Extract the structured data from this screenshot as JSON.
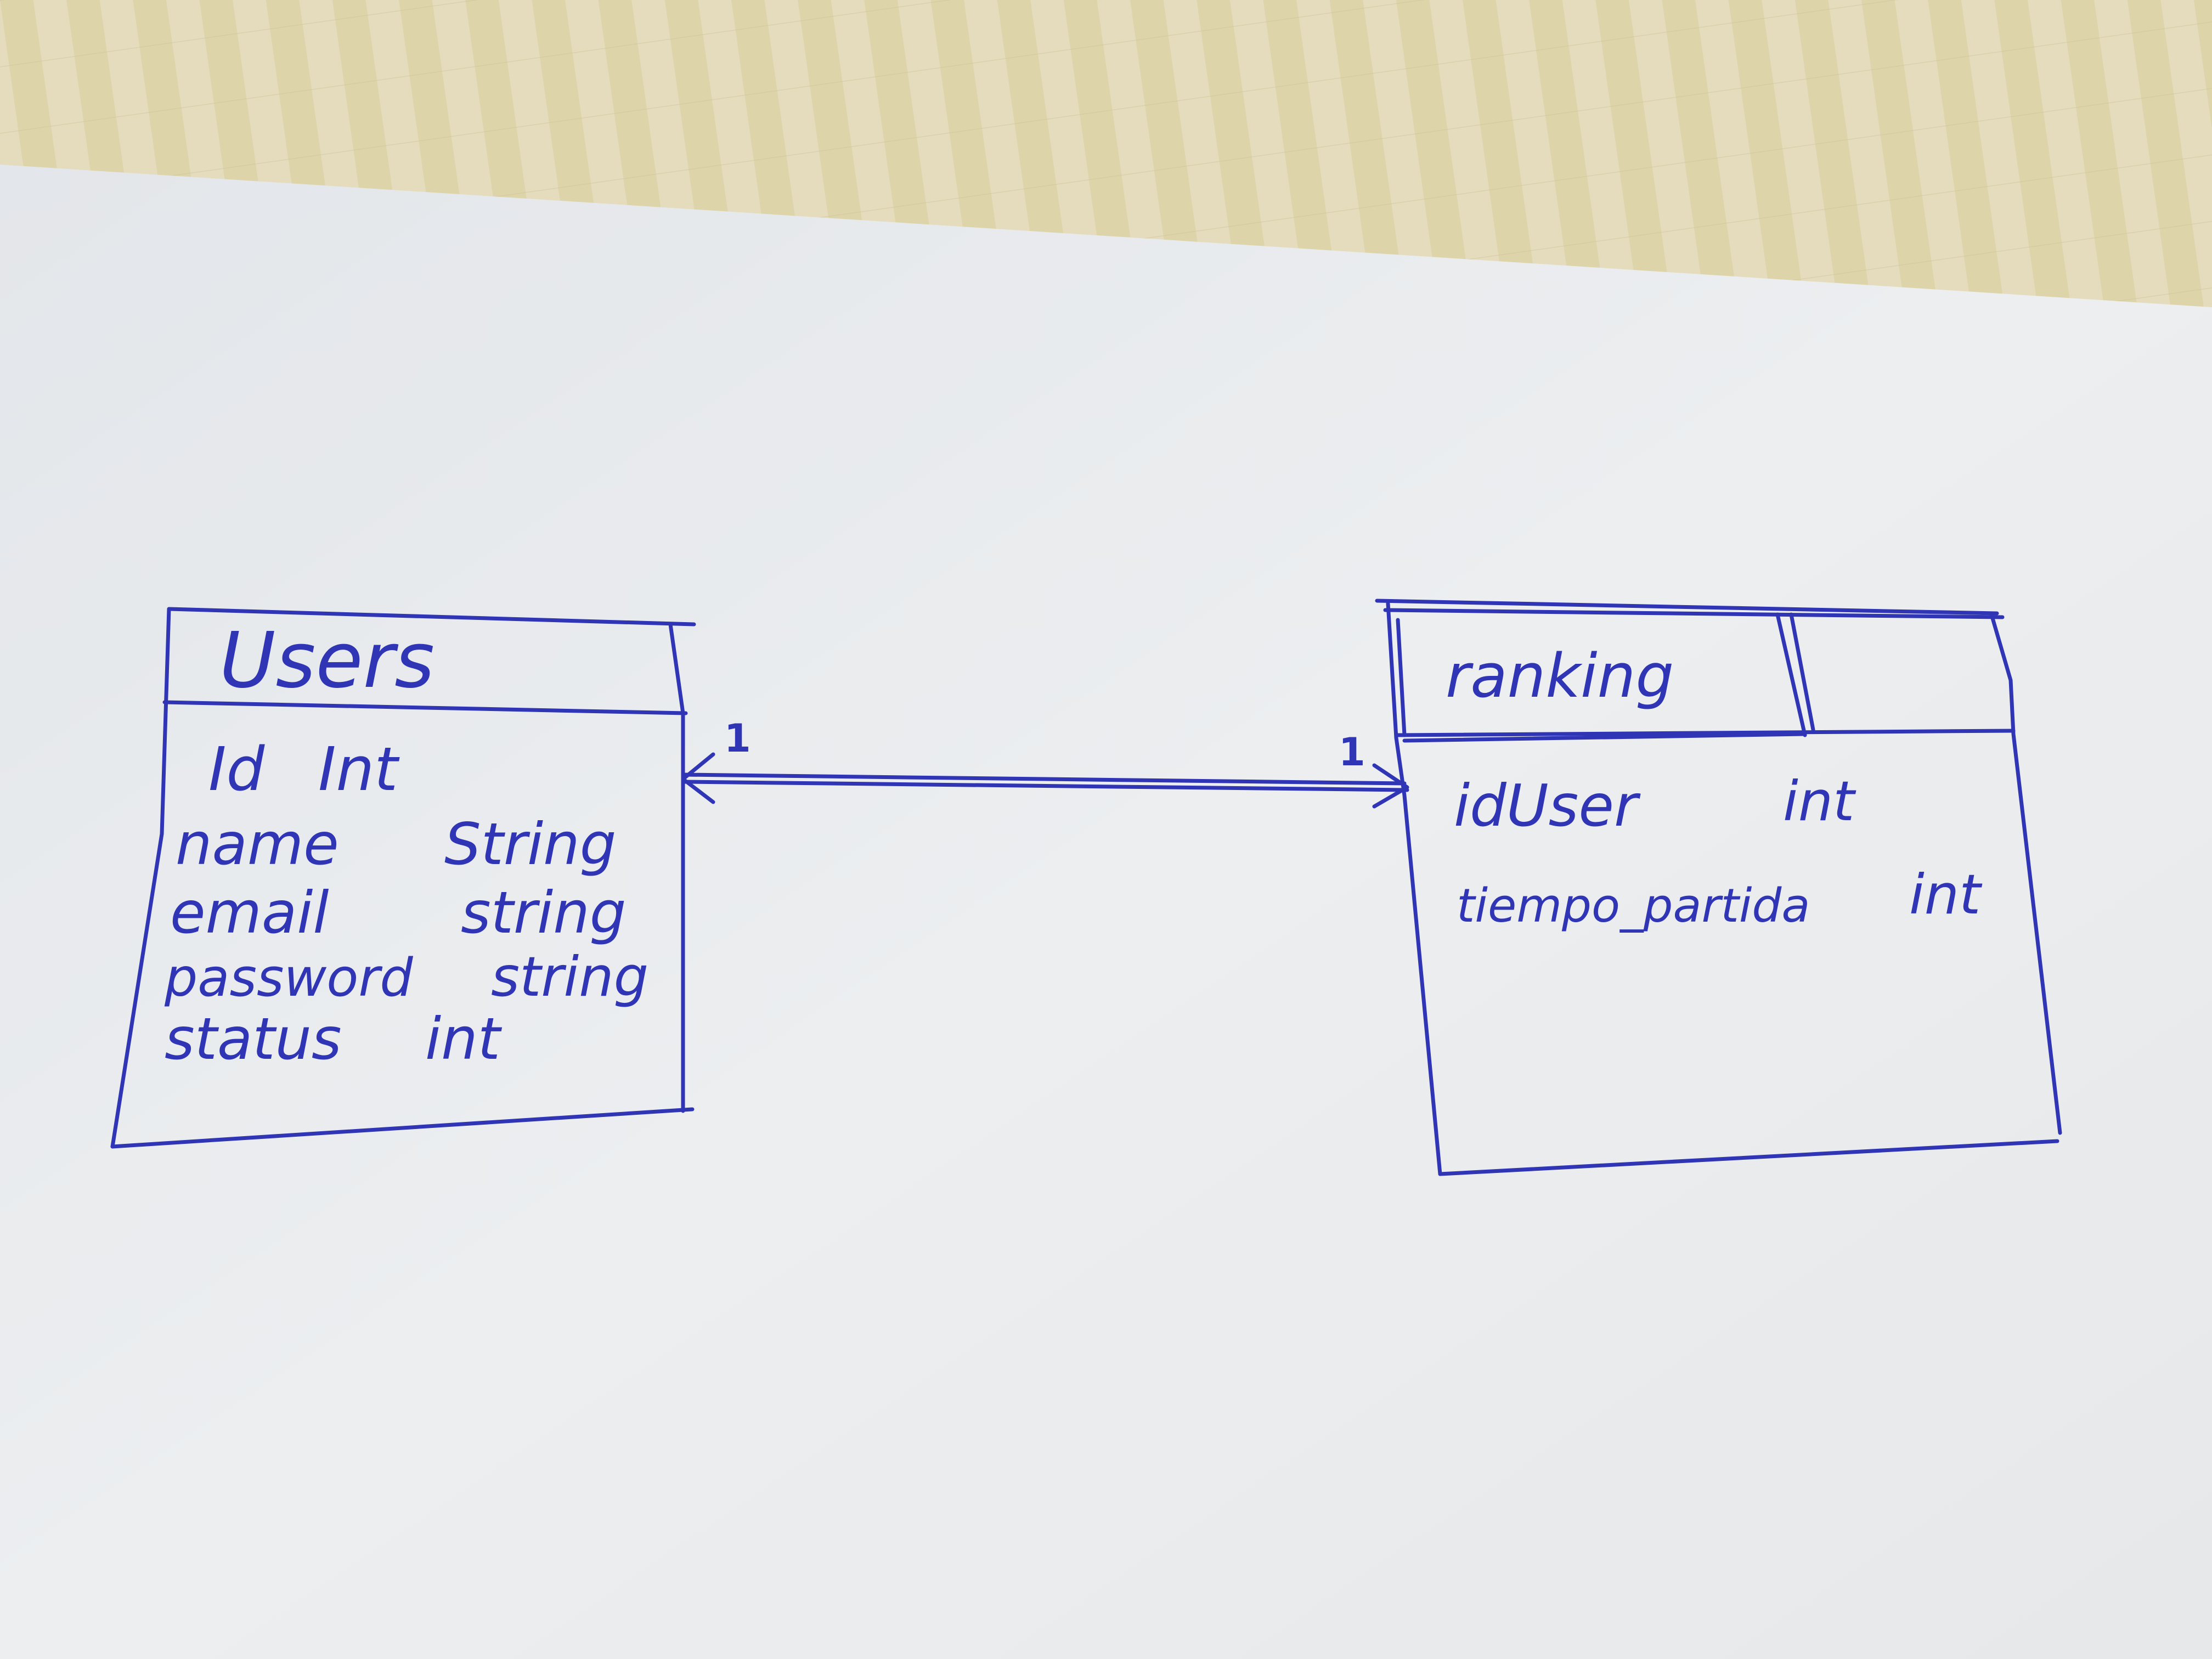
{
  "colors": {
    "ink": "#2f35b5",
    "paper": "#e9ebee",
    "cloth_light": "#e6dfc4",
    "cloth_dark": "#d8cc9c"
  },
  "entities": {
    "users": {
      "title": "Users",
      "fields": [
        {
          "name": "Id",
          "type": "Int"
        },
        {
          "name": "name",
          "type": "String"
        },
        {
          "name": "email",
          "type": "string"
        },
        {
          "name": "password",
          "type": "string"
        },
        {
          "name": "status",
          "type": "int"
        }
      ]
    },
    "ranking": {
      "title": "ranking",
      "fields": [
        {
          "name": "idUser",
          "type": "int"
        },
        {
          "name": "tiempo_partida",
          "type": "int"
        }
      ]
    }
  },
  "relationship": {
    "left_cardinality": "1",
    "right_cardinality": "1"
  }
}
